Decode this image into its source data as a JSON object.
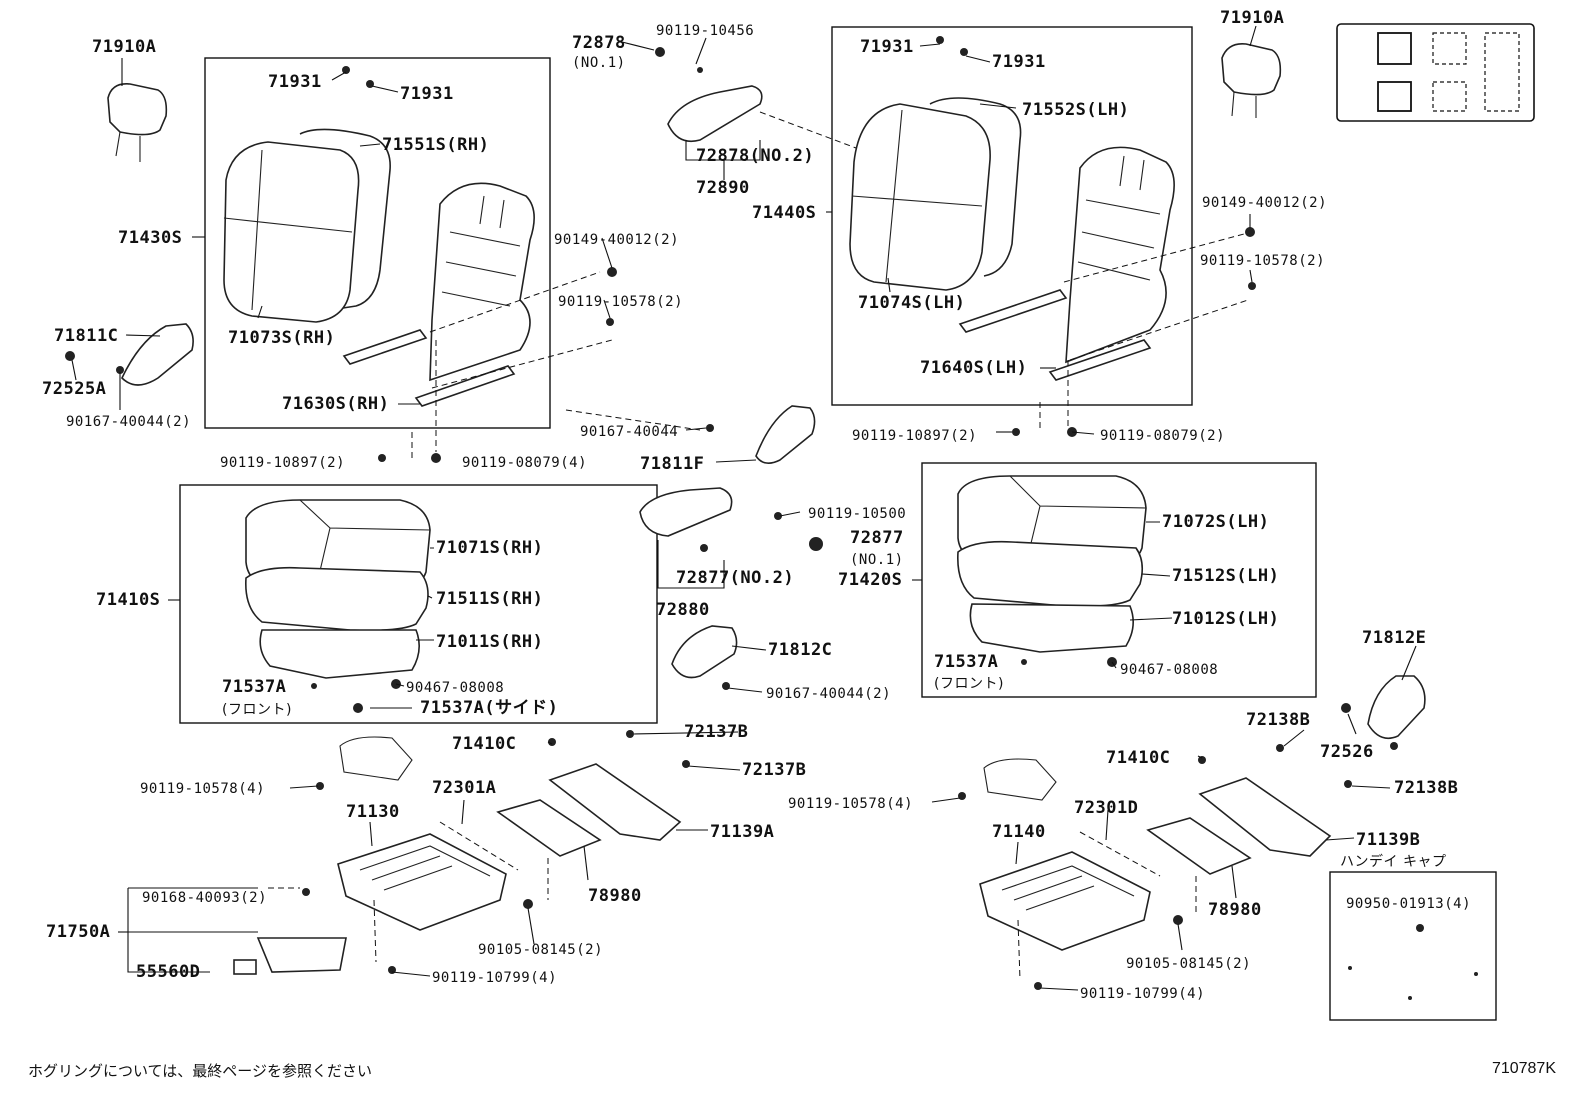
{
  "labels": {
    "l71910A_left": "71910A",
    "l71931_a": "71931",
    "l71931_b": "71931",
    "l71551S": "71551S(RH)",
    "l71430S": "71430S",
    "l71073S": "71073S(RH)",
    "l71811C": "71811C",
    "l72525A": "72525A",
    "l90167_40044_2_left": "90167-40044(2)",
    "l71630S": "71630S(RH)",
    "l90149_40012_2_left": "90149-40012(2)",
    "l90119_10578_2_left": "90119-10578(2)",
    "l90119_10897_2_left": "90119-10897(2)",
    "l90119_08079_4": "90119-08079(4)",
    "l72878_no1": "72878",
    "l72878_no1_sub": "(NO.1)",
    "l90119_10456": "90119-10456",
    "l72878_no2": "72878(NO.2)",
    "l72890": "72890",
    "l90167_40044": "90167-40044",
    "l71811F": "71811F",
    "l90119_10500": "90119-10500",
    "l72877_no1": "72877",
    "l72877_no1_sub": "(NO.1)",
    "l72877_no2": "72877(NO.2)",
    "l72880": "72880",
    "l71812C": "71812C",
    "l90167_40044_2_mid": "90167-40044(2)",
    "l71931_c": "71931",
    "l71931_d": "71931",
    "l71552S": "71552S(LH)",
    "l71440S": "71440S",
    "l71074S": "71074S(LH)",
    "l71640S": "71640S(LH)",
    "l90119_10897_2_right": "90119-10897(2)",
    "l90119_08079_2": "90119-08079(2)",
    "l71910A_right": "71910A",
    "l90149_40012_2_right": "90149-40012(2)",
    "l90119_10578_2_right": "90119-10578(2)",
    "l71410S": "71410S",
    "l71071S": "71071S(RH)",
    "l71511S": "71511S(RH)",
    "l71011S": "71011S(RH)",
    "l71537A_left": "71537A",
    "l_front_left": "(フロント)",
    "l90467_08008_left": "90467-08008",
    "l71537A_side": "71537A(サイド)",
    "l71420S": "71420S",
    "l71072S": "71072S(LH)",
    "l71512S": "71512S(LH)",
    "l71012S": "71012S(LH)",
    "l71537A_right": "71537A",
    "l_front_right": "(フロント)",
    "l90467_08008_right": "90467-08008",
    "l71812E": "71812E",
    "l72138B_a": "72138B",
    "l72526": "72526",
    "l72138B_b": "72138B",
    "l72137B_a": "72137B",
    "l72137B_b": "72137B",
    "l71410C_left": "71410C",
    "l90119_10578_4_left": "90119-10578(4)",
    "l72301A": "72301A",
    "l71130": "71130",
    "l71139A": "71139A",
    "l78980_left": "78980",
    "l90168_40093_2": "90168-40093(2)",
    "l71750A": "71750A",
    "l55560D": "55560D",
    "l90105_08145_2_left": "90105-08145(2)",
    "l90119_10799_4_left": "90119-10799(4)",
    "l71410C_right": "71410C",
    "l90119_10578_4_right": "90119-10578(4)",
    "l72301D": "72301D",
    "l71140": "71140",
    "l71139B": "71139B",
    "l_handicap": "ハンデイ キャプ",
    "l78980_right": "78980",
    "l90105_08145_2_right": "90105-08145(2)",
    "l90119_10799_4_right": "90119-10799(4)",
    "l90950_01913_4": "90950-01913(4)"
  },
  "footer": {
    "note": "ホグリングについては、最終ページを参照ください",
    "code": "710787K"
  }
}
